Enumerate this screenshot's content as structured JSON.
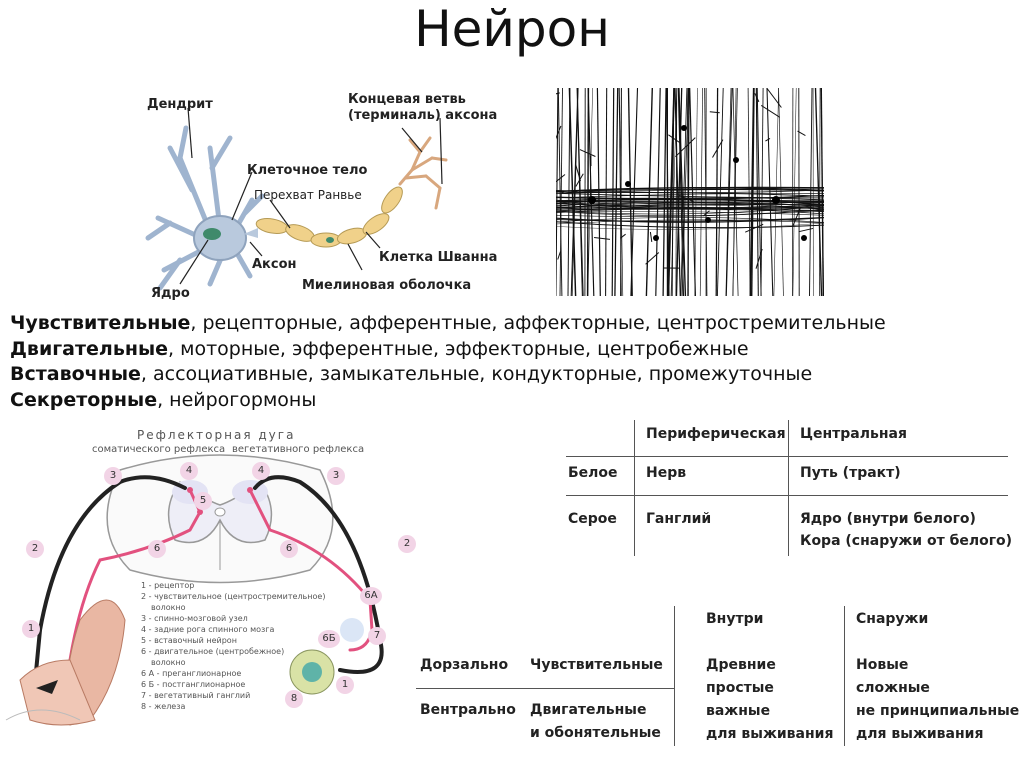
{
  "title": "Нейрон",
  "neuron_labels": {
    "dendrite": "Дендрит",
    "terminal_line1": "Концевая ветвь",
    "terminal_line2": "(терминаль) аксона",
    "cell_body": "Клеточное тело",
    "ranvier": "Перехват Ранвье",
    "axon": "Аксон",
    "schwann": "Клетка Шванна",
    "nucleus": "Ядро",
    "myelin": "Миелиновая оболочка"
  },
  "classes": [
    {
      "bold": "Чувствительные",
      "rest": ", рецепторные, афферентные, аффекторные, центростремительные"
    },
    {
      "bold": "Двигательные",
      "rest": ", моторные, эфферентные, эффекторные, центробежные"
    },
    {
      "bold": "Вставочные",
      "rest": ", ассоциативные, замыкательные, кондукторные, промежуточные"
    },
    {
      "bold": "Секреторные",
      "rest": ", нейрогормоны"
    }
  ],
  "reflex": {
    "title": "Рефлекторная дуга",
    "left_sub": "соматического рефлекса",
    "right_sub": "вегетативного рефлекса",
    "legend": [
      "1 - рецептор",
      "2 - чувствительное (центростремительное)",
      "волокно",
      "3 - спинно-мозговой узел",
      "4 - задние рога спинного мозга",
      "5 - вставочный нейрон",
      "6 - двигательное (центробежное)",
      "волокно",
      "6 А - преганглионарное",
      "6 Б - постганглионарное",
      "7 - вегетативный ганглий",
      "8 - железа"
    ],
    "numbers": {
      "n1": "1",
      "n2": "2",
      "n3": "3",
      "n4": "4",
      "n5": "5",
      "n6": "6",
      "n6a": "6А",
      "n6b": "6Б",
      "n7": "7",
      "n8": "8"
    }
  },
  "table1": {
    "col1": "Периферическая",
    "col2": "Центральная",
    "row1_label": "Белое",
    "row1_c1": "Нерв",
    "row1_c2": "Путь (тракт)",
    "row2_label": "Серое",
    "row2_c1": "Ганглий",
    "row2_c2_line1": "Ядро (внутри белого)",
    "row2_c2_line2": "Кора (снаружи от белого)"
  },
  "table2": {
    "col_inside": "Внутри",
    "col_outside": "Снаружи",
    "row1_label": "Дорзально",
    "row1_value": "Чувствительные",
    "row2_label": "Вентрально",
    "row2_value_line1": "Двигательные",
    "row2_value_line2": "и обонятельные",
    "inside_lines": [
      "Древние",
      "простые",
      "важные",
      "для выживания"
    ],
    "outside_lines": [
      "Новые",
      "сложные",
      "не принципиальные",
      "для выживания"
    ]
  },
  "colors": {
    "axon_segment": "#f0d18a",
    "dendrite": "#9fb4cf",
    "reflex_pink": "#e2517f",
    "reflex_label_bg": "#f2d4e6"
  }
}
